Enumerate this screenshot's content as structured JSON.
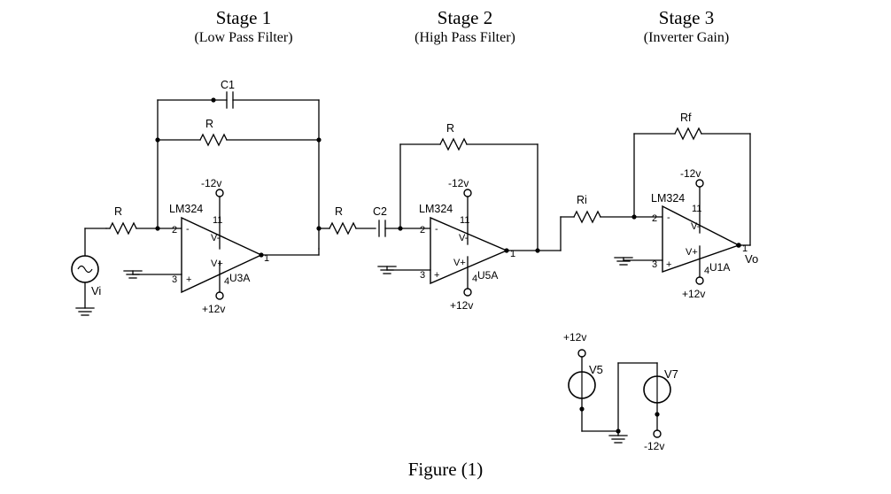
{
  "figure": {
    "caption": "Figure (1)"
  },
  "stages": [
    {
      "id": "stage-1",
      "title": "Stage 1",
      "subtitle": "(Low Pass Filter)",
      "opamp": {
        "part": "LM324",
        "ref": "U3A",
        "pin_inverting": "2",
        "pin_noninverting": "3",
        "pin_output": "1",
        "pin_vneg": "11",
        "pin_vpos": "4",
        "label_vneg": "V-",
        "label_vpos": "V+",
        "minus": "-",
        "plus": "+",
        "supply_neg": "-12v",
        "supply_pos": "+12v"
      },
      "components": [
        {
          "name": "C1",
          "type": "capacitor",
          "role": "feedback"
        },
        {
          "name": "R",
          "type": "resistor",
          "role": "feedback"
        },
        {
          "name": "R",
          "type": "resistor",
          "role": "input"
        }
      ],
      "source": {
        "name": "Vi",
        "type": "ac-source"
      }
    },
    {
      "id": "stage-2",
      "title": "Stage 2",
      "subtitle": "(High Pass Filter)",
      "opamp": {
        "part": "LM324",
        "ref": "U5A",
        "pin_inverting": "2",
        "pin_noninverting": "3",
        "pin_output": "1",
        "pin_vneg": "11",
        "pin_vpos": "4",
        "label_vneg": "V-",
        "label_vpos": "V+",
        "minus": "-",
        "plus": "+",
        "supply_neg": "-12v",
        "supply_pos": "+12v"
      },
      "components": [
        {
          "name": "R",
          "type": "resistor",
          "role": "feedback"
        },
        {
          "name": "R",
          "type": "resistor",
          "role": "input"
        },
        {
          "name": "C2",
          "type": "capacitor",
          "role": "input"
        }
      ]
    },
    {
      "id": "stage-3",
      "title": "Stage 3",
      "subtitle": "(Inverter Gain)",
      "opamp": {
        "part": "LM324",
        "ref": "U1A",
        "pin_inverting": "2",
        "pin_noninverting": "3",
        "pin_output": "1",
        "pin_vneg": "11",
        "pin_vpos": "4",
        "label_vneg": "V-",
        "label_vpos": "V+",
        "minus": "-",
        "plus": "+",
        "supply_neg": "-12v",
        "supply_pos": "+12v"
      },
      "components": [
        {
          "name": "Rf",
          "type": "resistor",
          "role": "feedback"
        },
        {
          "name": "Ri",
          "type": "resistor",
          "role": "input"
        }
      ],
      "output": {
        "name": "Vo"
      }
    }
  ],
  "power_supply": {
    "sources": [
      {
        "name": "V5",
        "terminal_label": "+12v",
        "type": "dc-source"
      },
      {
        "name": "V7",
        "terminal_label": "-12v",
        "type": "dc-source"
      }
    ]
  },
  "colors": {
    "wire": "#000000",
    "background": "#ffffff"
  }
}
